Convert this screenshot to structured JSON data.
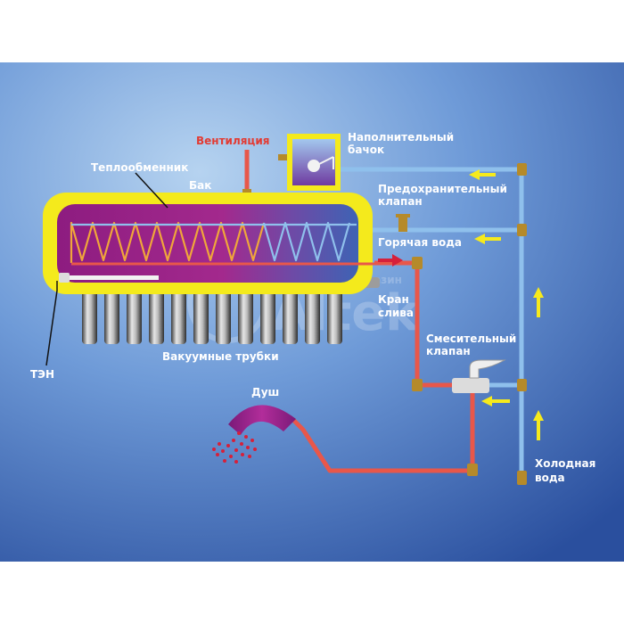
{
  "labels": {
    "ventilation": "Вентиляция",
    "filler_tank_line1": "Наполнительный",
    "filler_tank_line2": "бачок",
    "heat_exchanger": "Теплообменник",
    "tank": "Бак",
    "safety_valve_line1": "Предохранительный",
    "safety_valve_line2": "клапан",
    "hot_water": "Горячая вода",
    "drain_valve_line1": "Кран",
    "drain_valve_line2": "слива",
    "mixing_valve_line1": "Смесительный",
    "mixing_valve_line2": "клапан",
    "heating_element": "ТЭН",
    "vacuum_tubes": "Вакуумные трубки",
    "shower": "Душ",
    "cold_water_line1": "Холодная",
    "cold_water_line2": "вода"
  },
  "watermark": {
    "brand": "Altek",
    "tag": "магазин"
  },
  "colors": {
    "background_outer": "#ffffff",
    "background_inner_light": "#a6c8ec",
    "background_inner_dark": "#2a4f9e",
    "tank_outer": "#f4ea1c",
    "tank_inner_hot": "#9a1f86",
    "tank_inner_cold": "#4a5fb0",
    "hot_pipe": "#e8574a",
    "cold_pipe": "#8fc0ec",
    "arrow": "#f6ea1c",
    "fitting": "#b58a2a",
    "label": "#ffffff",
    "label_accent": "#e23b33"
  }
}
